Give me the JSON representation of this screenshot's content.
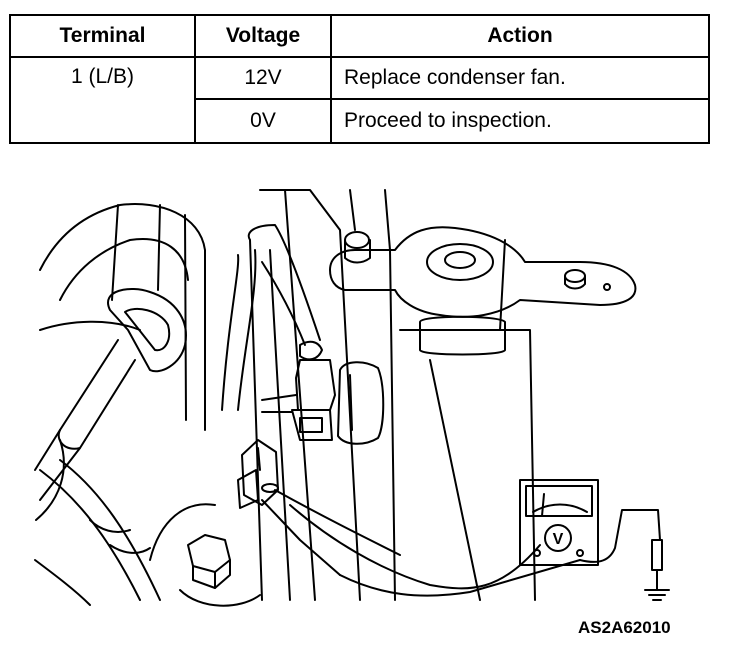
{
  "table": {
    "headers": [
      "Terminal",
      "Voltage",
      "Action"
    ],
    "rows": [
      {
        "terminal": "1 (L/B)",
        "voltage": "12V",
        "action": "Replace condenser fan."
      },
      {
        "terminal": "",
        "voltage": "0V",
        "action": "Proceed to inspection."
      }
    ]
  },
  "illustration": {
    "figure_code": "AS2A62010",
    "meter_label": "V"
  }
}
